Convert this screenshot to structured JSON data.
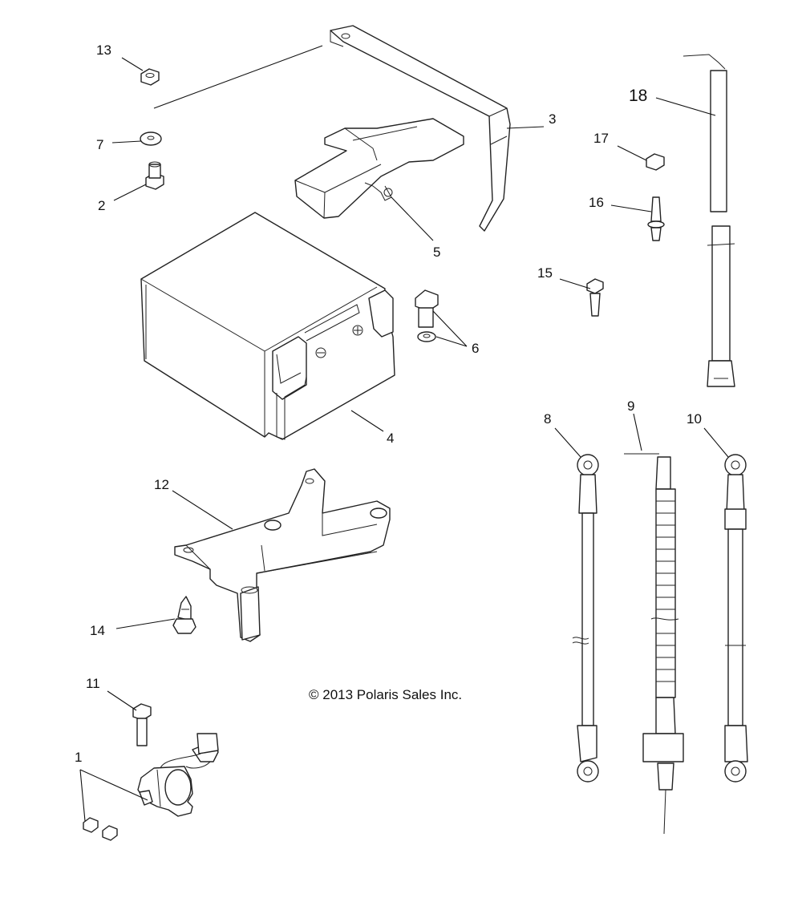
{
  "copyright": "© 2013 Polaris Sales Inc.",
  "callouts": {
    "c1": "1",
    "c2": "2",
    "c3": "3",
    "c4": "4",
    "c5": "5",
    "c6": "6",
    "c7": "7",
    "c8": "8",
    "c9": "9",
    "c10": "10",
    "c11": "11",
    "c12": "12",
    "c13": "13",
    "c14": "14",
    "c15": "15",
    "c16": "16",
    "c17": "17",
    "c18": "18"
  }
}
